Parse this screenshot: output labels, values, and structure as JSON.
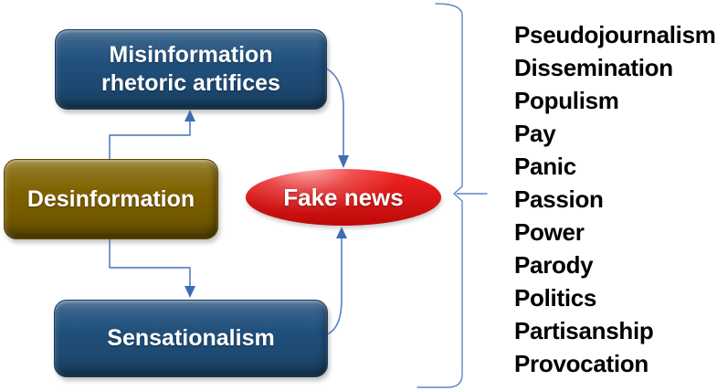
{
  "diagram": {
    "nodes": {
      "misinformation": {
        "label": "Misinformation rhetoric artifices"
      },
      "desinformation": {
        "label": "Desinformation"
      },
      "sensationalism": {
        "label": "Sensationalism"
      },
      "fake_news": {
        "label": "Fake news"
      }
    },
    "brace_list": {
      "items": [
        "Pseudojournalism",
        "Dissemination",
        "Populism",
        "Pay",
        "Panic",
        "Passion",
        "Power",
        "Parody",
        "Politics",
        "Partisanship",
        "Provocation"
      ]
    },
    "colors": {
      "node_blue": "#20507C",
      "node_blue_border": "#1A3C5E",
      "node_olive": "#7F6200",
      "node_olive_border": "#5C4700",
      "node_red": "#F20C0C",
      "node_text": "#FFFFFF",
      "connector": "#5B87C5",
      "arrowhead": "#3E6DB5",
      "brace": "#5B87C5",
      "list_text": "#000000"
    }
  }
}
